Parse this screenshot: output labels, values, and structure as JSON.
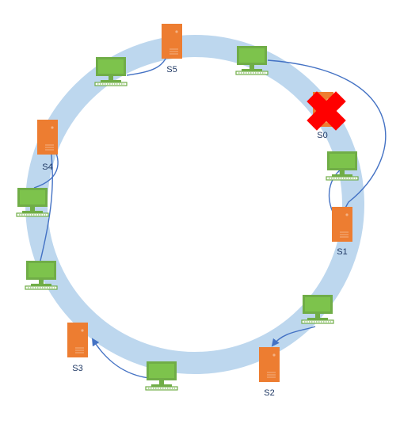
{
  "diagram": {
    "colors": {
      "ring": "#bdd7ee",
      "server": "#ed7d31",
      "server_light": "#f4b183",
      "monitor": "#70ad47",
      "monitor_screen": "#7dc34c",
      "arrow": "#4472c4",
      "failed": "#ff0000",
      "label": "#1f3864"
    },
    "servers": [
      {
        "id": "s0",
        "label": "S0",
        "failed": true
      },
      {
        "id": "s1",
        "label": "S1",
        "failed": false
      },
      {
        "id": "s2",
        "label": "S2",
        "failed": false
      },
      {
        "id": "s3",
        "label": "S3",
        "failed": false
      },
      {
        "id": "s4",
        "label": "S4",
        "failed": false
      },
      {
        "id": "s5",
        "label": "S5",
        "failed": false
      }
    ],
    "clients": [
      {
        "id": "c-top-right",
        "maps_to": "S1"
      },
      {
        "id": "c-right",
        "maps_to": "S1"
      },
      {
        "id": "c-lower-right",
        "maps_to": "S2"
      },
      {
        "id": "c-bottom",
        "maps_to": "S3"
      },
      {
        "id": "c-left-lower",
        "maps_to": "S4"
      },
      {
        "id": "c-left",
        "maps_to": "S4"
      },
      {
        "id": "c-top-left",
        "maps_to": "S5"
      }
    ],
    "failure_marker": "cross-icon"
  }
}
